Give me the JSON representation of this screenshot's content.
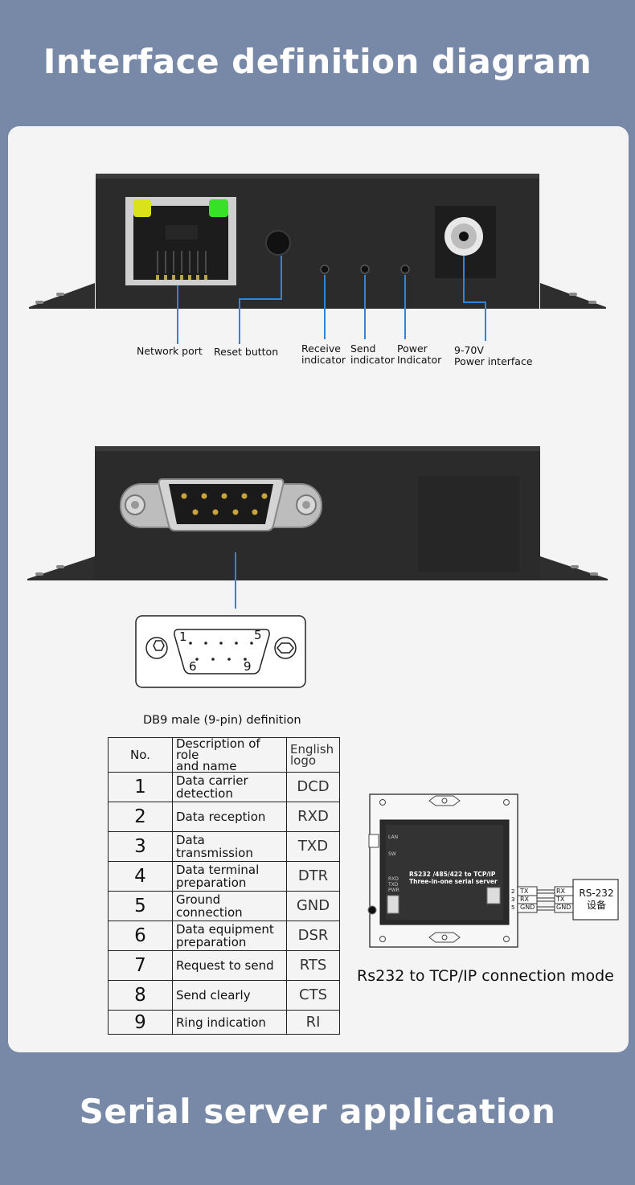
{
  "header": {
    "title": "Interface definition diagram"
  },
  "footer": {
    "title": "Serial server application"
  },
  "front_panel": {
    "labels": {
      "network_port": "Network port",
      "reset_button": "Reset button",
      "receive_indicator": [
        "Receive",
        "indicator"
      ],
      "send_indicator": [
        "Send",
        "indicator"
      ],
      "power_indicator": [
        "Power",
        "Indicator"
      ],
      "power_interface": [
        "9-70V",
        "Power interface"
      ]
    }
  },
  "db9": {
    "pin_labels": {
      "p1": "1",
      "p5": "5",
      "p6": "6",
      "p9": "9"
    },
    "caption": "DB9 male (9-pin) definition"
  },
  "pin_table": {
    "headers": {
      "no": "No.",
      "desc": [
        "Description of role",
        "and name"
      ],
      "logo": [
        "English",
        "logo"
      ]
    },
    "rows": [
      {
        "no": "1",
        "desc": [
          "Data carrier",
          "detection"
        ],
        "logo": "DCD"
      },
      {
        "no": "2",
        "desc": [
          "Data reception"
        ],
        "logo": "RXD"
      },
      {
        "no": "3",
        "desc": [
          "Data transmission"
        ],
        "logo": "TXD"
      },
      {
        "no": "4",
        "desc": [
          "Data terminal",
          "preparation"
        ],
        "logo": "DTR"
      },
      {
        "no": "5",
        "desc": [
          "Ground connection"
        ],
        "logo": "GND"
      },
      {
        "no": "6",
        "desc": [
          "Data equipment",
          "preparation"
        ],
        "logo": "DSR"
      },
      {
        "no": "7",
        "desc": [
          "Request to send"
        ],
        "logo": "RTS"
      },
      {
        "no": "8",
        "desc": [
          "Send clearly"
        ],
        "logo": "CTS"
      },
      {
        "no": "9",
        "desc": [
          "Ring indication"
        ],
        "logo": "RI"
      }
    ]
  },
  "connection": {
    "device_labels": {
      "lan": "LAN",
      "sw": "SW",
      "rxd": "RXD",
      "txd": "TXD",
      "pwr": "PWR",
      "product": [
        "RS232 /485/422 to TCP/IP",
        "Three-in-one serial server"
      ]
    },
    "pins": [
      "2",
      "3",
      "5"
    ],
    "left_signals": [
      "TX",
      "RX",
      "GND"
    ],
    "right_signals": [
      "RX",
      "TX",
      "GND"
    ],
    "rs232_device": [
      "RS-232",
      "设备"
    ],
    "caption": "Rs232 to TCP/IP connection mode"
  },
  "colors": {
    "background": "#7889a8",
    "panel": "#f4f4f4",
    "leader_line": "#2f86d8",
    "device_body": "#2b2b2b"
  }
}
